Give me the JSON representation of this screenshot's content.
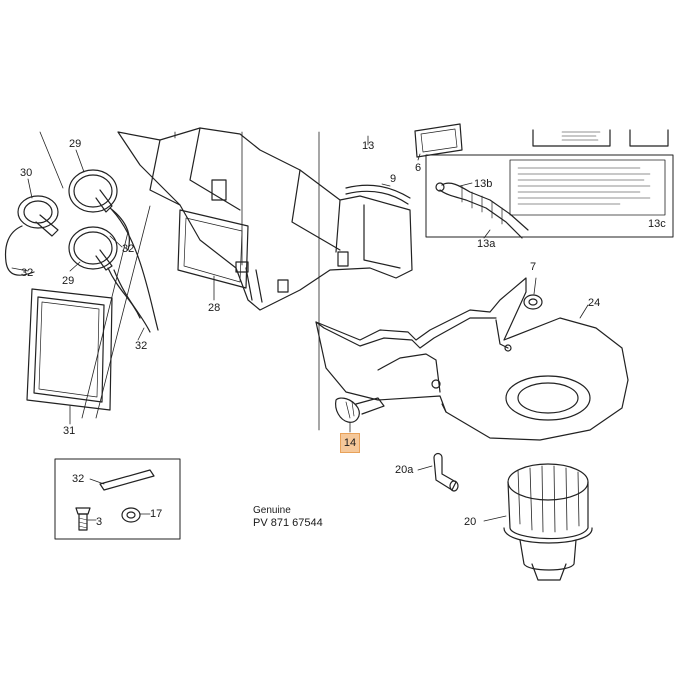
{
  "labels": {
    "l30": "30",
    "l29a": "29",
    "l29b": "29",
    "l32a": "32",
    "l32b": "32",
    "l32c": "32",
    "l31": "31",
    "l28": "28",
    "l13": "13",
    "l6": "6",
    "l9": "9",
    "l13b": "13b",
    "l13a": "13a",
    "l13c": "13c",
    "l7": "7",
    "l24": "24",
    "l20a": "20a",
    "l20": "20",
    "l32box": "32",
    "l3": "3",
    "l17": "17"
  },
  "highlight": {
    "label": "14",
    "color": "#f5c89a"
  },
  "caption": {
    "line1": "Genuine",
    "line2": "PV 871 67544"
  }
}
